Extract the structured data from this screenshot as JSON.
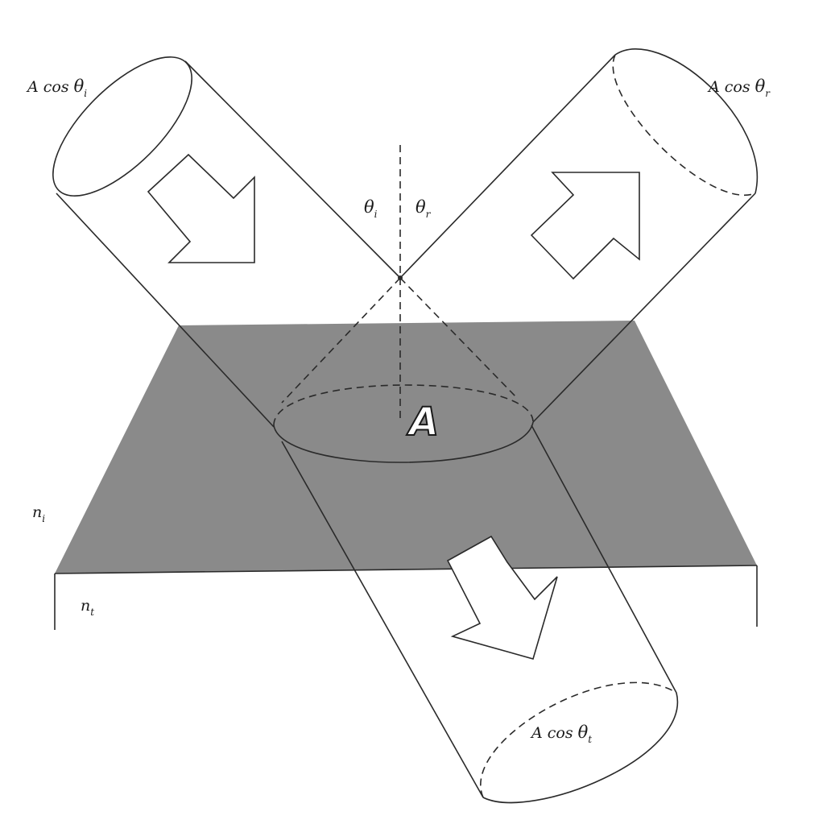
{
  "labels": {
    "incident_beam": {
      "prefix": "A cos ",
      "symbol": "θ",
      "sub": "i"
    },
    "reflected_beam": {
      "prefix": "A cos ",
      "symbol": "θ",
      "sub": "r"
    },
    "transmitted_beam": {
      "prefix": "A cos ",
      "symbol": "θ",
      "sub": "t"
    },
    "angle_incident": {
      "symbol": "θ",
      "sub": "i"
    },
    "angle_reflected": {
      "symbol": "θ",
      "sub": "r"
    },
    "medium_incident": {
      "symbol": "n",
      "sub": "i"
    },
    "medium_transmitted": {
      "symbol": "n",
      "sub": "t"
    },
    "area": "A"
  },
  "colors": {
    "interface_plane": "#8a8a8a",
    "line": "#2a2a2a",
    "background": "#ffffff"
  }
}
